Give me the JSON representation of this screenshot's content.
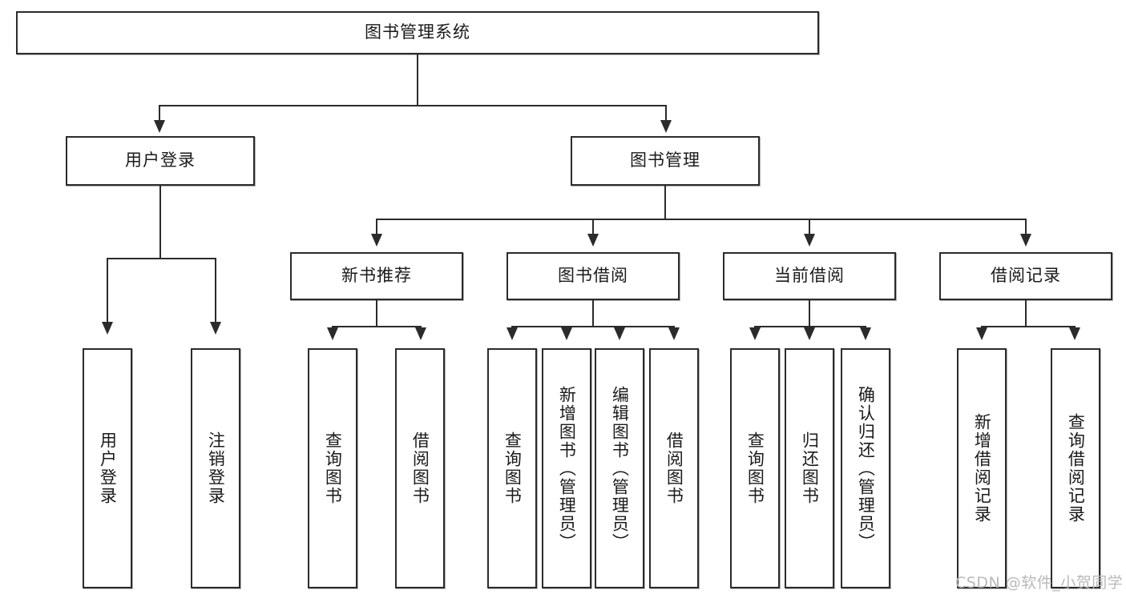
{
  "diagram": {
    "type": "tree",
    "title": "图书管理系统",
    "watermark": "CSDN @软件_小贺同学",
    "colors": {
      "stroke": "#2b2b2b",
      "fill": "#ffffff",
      "text": "#1a1a1a",
      "watermark": "#b9b9b9"
    },
    "root": {
      "label": "图书管理系统"
    },
    "level2": [
      {
        "label": "用户登录"
      },
      {
        "label": "图书管理"
      }
    ],
    "level3": [
      {
        "label": "新书推荐"
      },
      {
        "label": "图书借阅"
      },
      {
        "label": "当前借阅"
      },
      {
        "label": "借阅记录"
      }
    ],
    "leaves": {
      "user_login": [
        {
          "label": "用户登录"
        },
        {
          "label": "注销登录"
        }
      ],
      "new_book_recommend": [
        {
          "label": "查询图书"
        },
        {
          "label": "借阅图书"
        }
      ],
      "book_borrow": [
        {
          "label": "查询图书"
        },
        {
          "label": "新增图书（管理员）"
        },
        {
          "label": "编辑图书（管理员）"
        },
        {
          "label": "借阅图书"
        }
      ],
      "current_borrow": [
        {
          "label": "查询图书"
        },
        {
          "label": "归还图书"
        },
        {
          "label": "确认归还（管理员）"
        }
      ],
      "borrow_record": [
        {
          "label": "新增借阅记录"
        },
        {
          "label": "查询借阅记录"
        }
      ]
    }
  }
}
